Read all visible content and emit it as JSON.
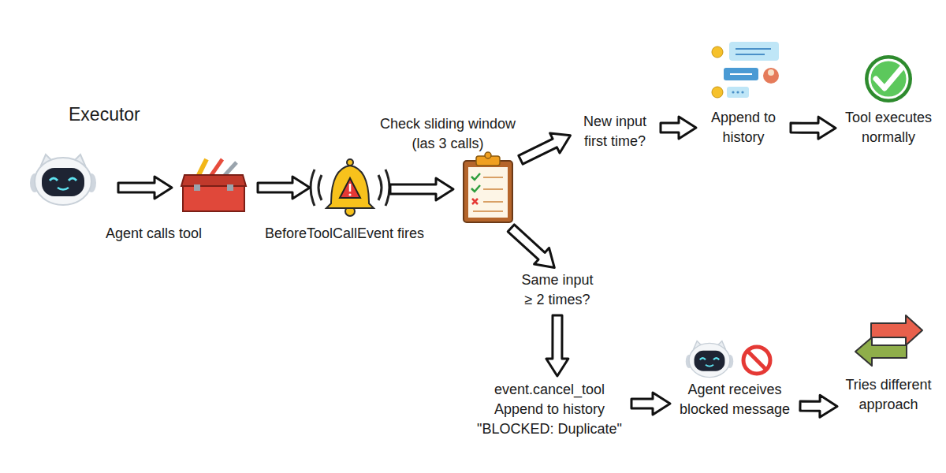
{
  "diagram": {
    "nodes": [
      {
        "text": [
          "Agent calls tool"
        ]
      },
      {
        "text": [
          "BeforeToolCallEvent fires"
        ]
      },
      {
        "text": [
          "Check sliding window (las 3 calls)"
        ]
      },
      {
        "text": [
          "New input first time?"
        ]
      },
      {
        "text": [
          "Append to history"
        ]
      },
      {
        "text": [
          "Tool executes normally"
        ]
      },
      {
        "text": [
          "Same input ≥ 2 times?"
        ]
      },
      {
        "text": [
          "event.cancel_tool Append to history \"BLOCKED: Duplicate\""
        ]
      },
      {
        "text": [
          "Agent receives blocked message"
        ]
      },
      {
        "text": [
          "Tries different approach"
        ]
      }
    ],
    "edges": [
      {
        "from": 0,
        "to": 1,
        "arrow": "to"
      },
      {
        "from": 1,
        "to": 2,
        "arrow": "to"
      },
      {
        "from": 2,
        "to": 3,
        "arrow": "to"
      },
      {
        "from": 3,
        "to": 4,
        "arrow": "to"
      },
      {
        "from": 4,
        "to": 5,
        "arrow": "to"
      },
      {
        "from": 2,
        "to": 6,
        "arrow": "to"
      },
      {
        "from": 6,
        "to": 7,
        "arrow": "to"
      },
      {
        "from": 7,
        "to": 8,
        "arrow": "to"
      },
      {
        "from": 8,
        "to": 9,
        "arrow": "to"
      }
    ],
    "labels": [
      "Executor"
    ]
  }
}
